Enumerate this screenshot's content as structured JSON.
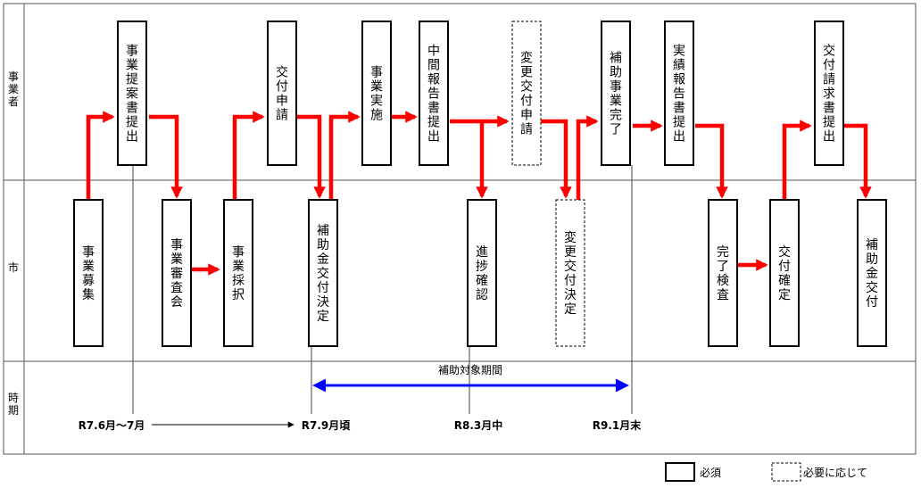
{
  "lanes": {
    "business": "事業者",
    "city": "市",
    "period": "時期"
  },
  "nodes": [
    {
      "id": "recruitment",
      "text": "事業募集",
      "style": "required"
    },
    {
      "id": "proposal",
      "text": "事業提案書提出",
      "style": "required"
    },
    {
      "id": "review",
      "text": "事業審査会",
      "style": "required"
    },
    {
      "id": "adoption",
      "text": "事業採択",
      "style": "required"
    },
    {
      "id": "application",
      "text": "交付申請",
      "style": "required"
    },
    {
      "id": "grant-decision",
      "text": "補助金交付決定",
      "style": "required"
    },
    {
      "id": "implementation",
      "text": "事業実施",
      "style": "required"
    },
    {
      "id": "interim-report",
      "text": "中間報告書提出",
      "style": "required"
    },
    {
      "id": "progress-check",
      "text": "進捗確認",
      "style": "required"
    },
    {
      "id": "change-application",
      "text": "変更交付申請",
      "style": "optional"
    },
    {
      "id": "change-decision",
      "text": "変更交付決定",
      "style": "optional"
    },
    {
      "id": "completion",
      "text": "補助事業完了",
      "style": "required"
    },
    {
      "id": "result-report",
      "text": "実績報告書提出",
      "style": "required"
    },
    {
      "id": "inspection",
      "text": "完了検査",
      "style": "required"
    },
    {
      "id": "grant-confirmation",
      "text": "交付確定",
      "style": "required"
    },
    {
      "id": "payment-request",
      "text": "交付請求書提出",
      "style": "required"
    },
    {
      "id": "payment",
      "text": "補助金交付",
      "style": "required"
    }
  ],
  "timeline": {
    "period_label": "補助対象期間",
    "dates": [
      "R7.6月～7月",
      "R7.9月頃",
      "R8.3月中",
      "R9.1月末"
    ]
  },
  "legend": {
    "required": "必須",
    "optional": "必要に応じて"
  },
  "colors": {
    "flow_arrow": "#ff0000",
    "period_arrow": "#0000ff",
    "box_border": "#000000",
    "grid": "#555555"
  }
}
